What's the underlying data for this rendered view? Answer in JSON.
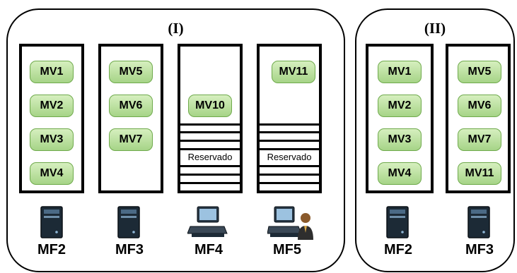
{
  "panels": [
    {
      "title": "(I)"
    },
    {
      "title": "(II)"
    }
  ],
  "group1": {
    "mf2": {
      "label": "MF2",
      "vms": [
        "MV1",
        "MV2",
        "MV3",
        "MV4"
      ]
    },
    "mf3": {
      "label": "MF3",
      "vms": [
        "MV5",
        "MV6",
        "MV7"
      ]
    },
    "mf4": {
      "label": "MF4",
      "vms": [
        "MV10"
      ],
      "reserved": "Reservado"
    },
    "mf5": {
      "label": "MF5",
      "vms": [
        "MV11"
      ],
      "reserved": "Reservado"
    }
  },
  "group2": {
    "mf2": {
      "label": "MF2",
      "vms": [
        "MV1",
        "MV2",
        "MV3",
        "MV4"
      ]
    },
    "mf3": {
      "label": "MF3",
      "vms": [
        "MV5",
        "MV6",
        "MV7",
        "MV11"
      ]
    }
  },
  "icons": [
    "server-tower-icon",
    "desktop-computer-icon",
    "user-person-icon"
  ],
  "colors": {
    "vm_fill": "#b9e09f",
    "vm_border": "#6faa4c",
    "outline": "#000000"
  }
}
